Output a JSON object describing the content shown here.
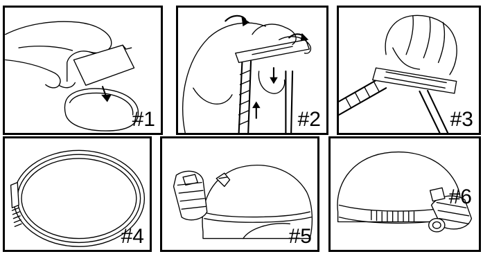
{
  "steps": [
    {
      "label": "#1",
      "illustration": "hand-peeling-adhesive-pad"
    },
    {
      "label": "#2",
      "illustration": "attaching-strap-to-helmet"
    },
    {
      "label": "#3",
      "illustration": "hand-gripping-buckle"
    },
    {
      "label": "#4",
      "illustration": "elastic-band-loop"
    },
    {
      "label": "#5",
      "illustration": "helmet-with-device"
    },
    {
      "label": "#6",
      "illustration": "helmet-with-mounted-device"
    }
  ]
}
